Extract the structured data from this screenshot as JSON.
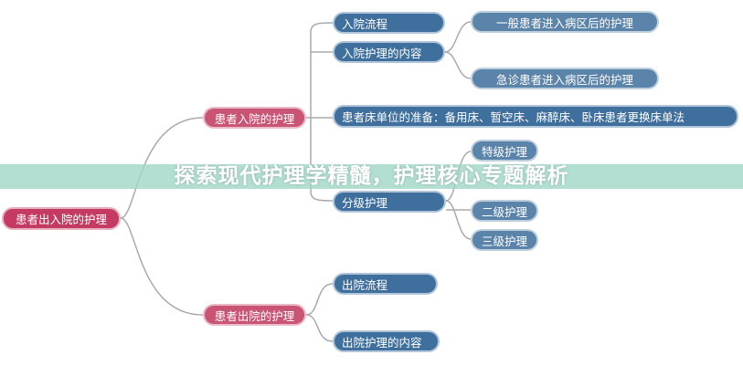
{
  "root": "患者出入院的护理",
  "admission": {
    "label": "患者入院的护理",
    "children": [
      "入院流程",
      "入院护理的内容",
      "患者床单位的准备：备用床、暂空床、麻醉床、卧床患者更换床单法",
      "分级护理"
    ],
    "content_children": [
      "一般患者进入病区后的护理",
      "急诊患者进入病区后的护理"
    ],
    "level_children": [
      "特级护理",
      "二级护理",
      "三级护理"
    ]
  },
  "discharge": {
    "label": "患者出院的护理",
    "children": [
      "出院流程",
      "出院护理的内容"
    ]
  },
  "banner": "探索现代护理学精髓，护理核心专题解析"
}
